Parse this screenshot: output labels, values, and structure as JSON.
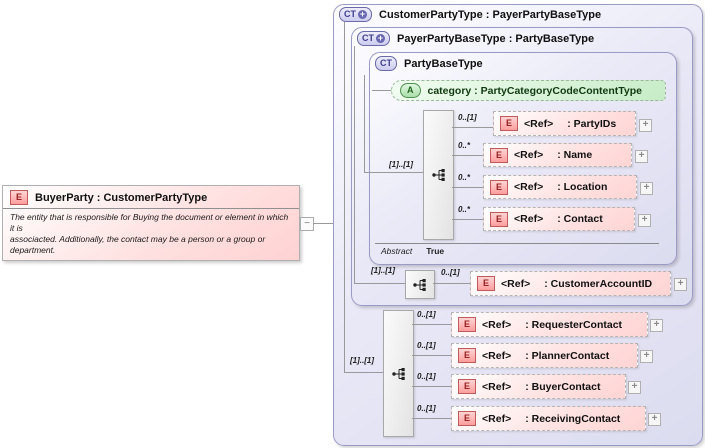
{
  "icons": {
    "element": "E",
    "attribute": "A",
    "complex_type": "CT",
    "derived_plus": "+",
    "expand": "+",
    "collapse": "−"
  },
  "colors": {
    "container_fill": "#e3e3f3",
    "container_border": "#9a9ac6",
    "element_fill": "#ffd4d4",
    "attribute_fill": "#c6ecc6",
    "ct_accent": "#3c3c8e",
    "e_accent": "#992222",
    "a_accent": "#1d641d"
  },
  "root_element": {
    "label": "BuyerParty : CustomerPartyType",
    "description": "The entity that is responsible for Buying the document or element in which it is\nassociacted. Additionally, the contact may be a person or a group or\ndepartment."
  },
  "outer": {
    "label": "CustomerPartyType : PayerPartyBaseType"
  },
  "middle": {
    "label": "PayerPartyBaseType : PartyBaseType"
  },
  "inner": {
    "label": "PartyBaseType",
    "abstract_label": "Abstract",
    "abstract_value": "True"
  },
  "attribute": {
    "label": "category : PartyCategoryCodeContentType"
  },
  "groups": [
    {
      "cardinality": "[1]..[1]",
      "elements": [
        {
          "cardinality": "0..[1]",
          "ref": "<Ref>",
          "type": ": PartyIDs"
        },
        {
          "cardinality": "0..*",
          "ref": "<Ref>",
          "type": ": Name"
        },
        {
          "cardinality": "0..*",
          "ref": "<Ref>",
          "type": ": Location"
        },
        {
          "cardinality": "0..*",
          "ref": "<Ref>",
          "type": ": Contact"
        }
      ]
    },
    {
      "cardinality": "[1]..[1]",
      "elements": [
        {
          "cardinality": "0..[1]",
          "ref": "<Ref>",
          "type": ": CustomerAccountID"
        }
      ]
    },
    {
      "cardinality": "[1]..[1]",
      "elements": [
        {
          "cardinality": "0..[1]",
          "ref": "<Ref>",
          "type": ": RequesterContact"
        },
        {
          "cardinality": "0..[1]",
          "ref": "<Ref>",
          "type": ": PlannerContact"
        },
        {
          "cardinality": "0..[1]",
          "ref": "<Ref>",
          "type": ": BuyerContact"
        },
        {
          "cardinality": "0..[1]",
          "ref": "<Ref>",
          "type": ": ReceivingContact"
        }
      ]
    }
  ]
}
